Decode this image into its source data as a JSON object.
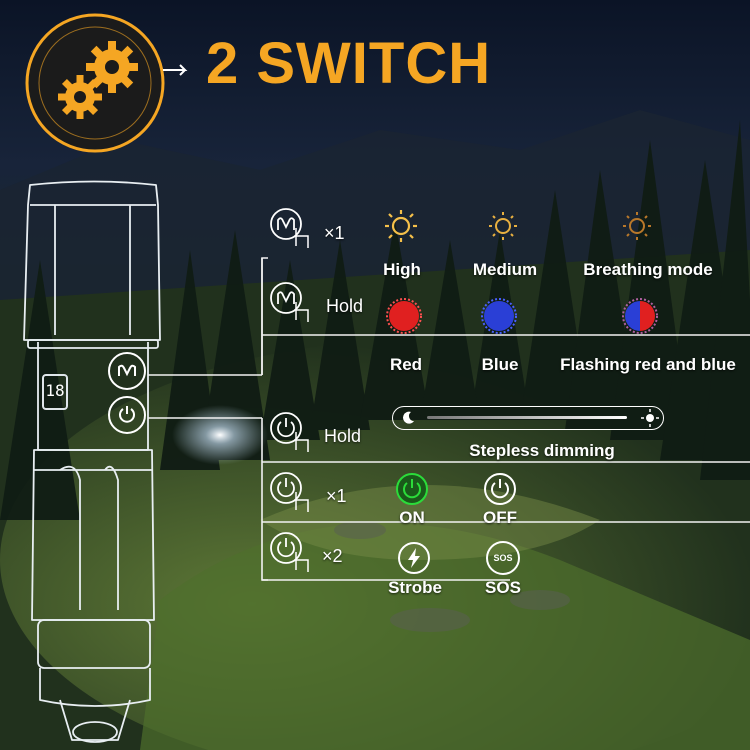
{
  "title": "2 SWITCH",
  "colors": {
    "accent": "#f5a623",
    "red": "#e02020",
    "blue": "#2a3fd6",
    "on": "#2bdc3a"
  },
  "mode_button": {
    "rows": [
      {
        "action": "×1",
        "modes": [
          "High",
          "Medium",
          "Breathing mode"
        ]
      },
      {
        "action": "Hold",
        "modes": [
          "Red",
          "Blue",
          "Flashing red and blue"
        ]
      }
    ]
  },
  "power_button": {
    "hold": {
      "action": "Hold",
      "label": "Stepless dimming"
    },
    "single": {
      "action": "×1",
      "on": "ON",
      "off": "OFF"
    },
    "double": {
      "action": "×2",
      "strobe": "Strobe",
      "sos": "SOS",
      "sos_icon_text": "SOS"
    }
  },
  "flashlight": {
    "display_value": "18"
  },
  "icons": [
    "gear-icon",
    "mode-button-icon",
    "power-button-icon",
    "sun-icon",
    "moon-icon",
    "bolt-icon",
    "sos-icon"
  ]
}
